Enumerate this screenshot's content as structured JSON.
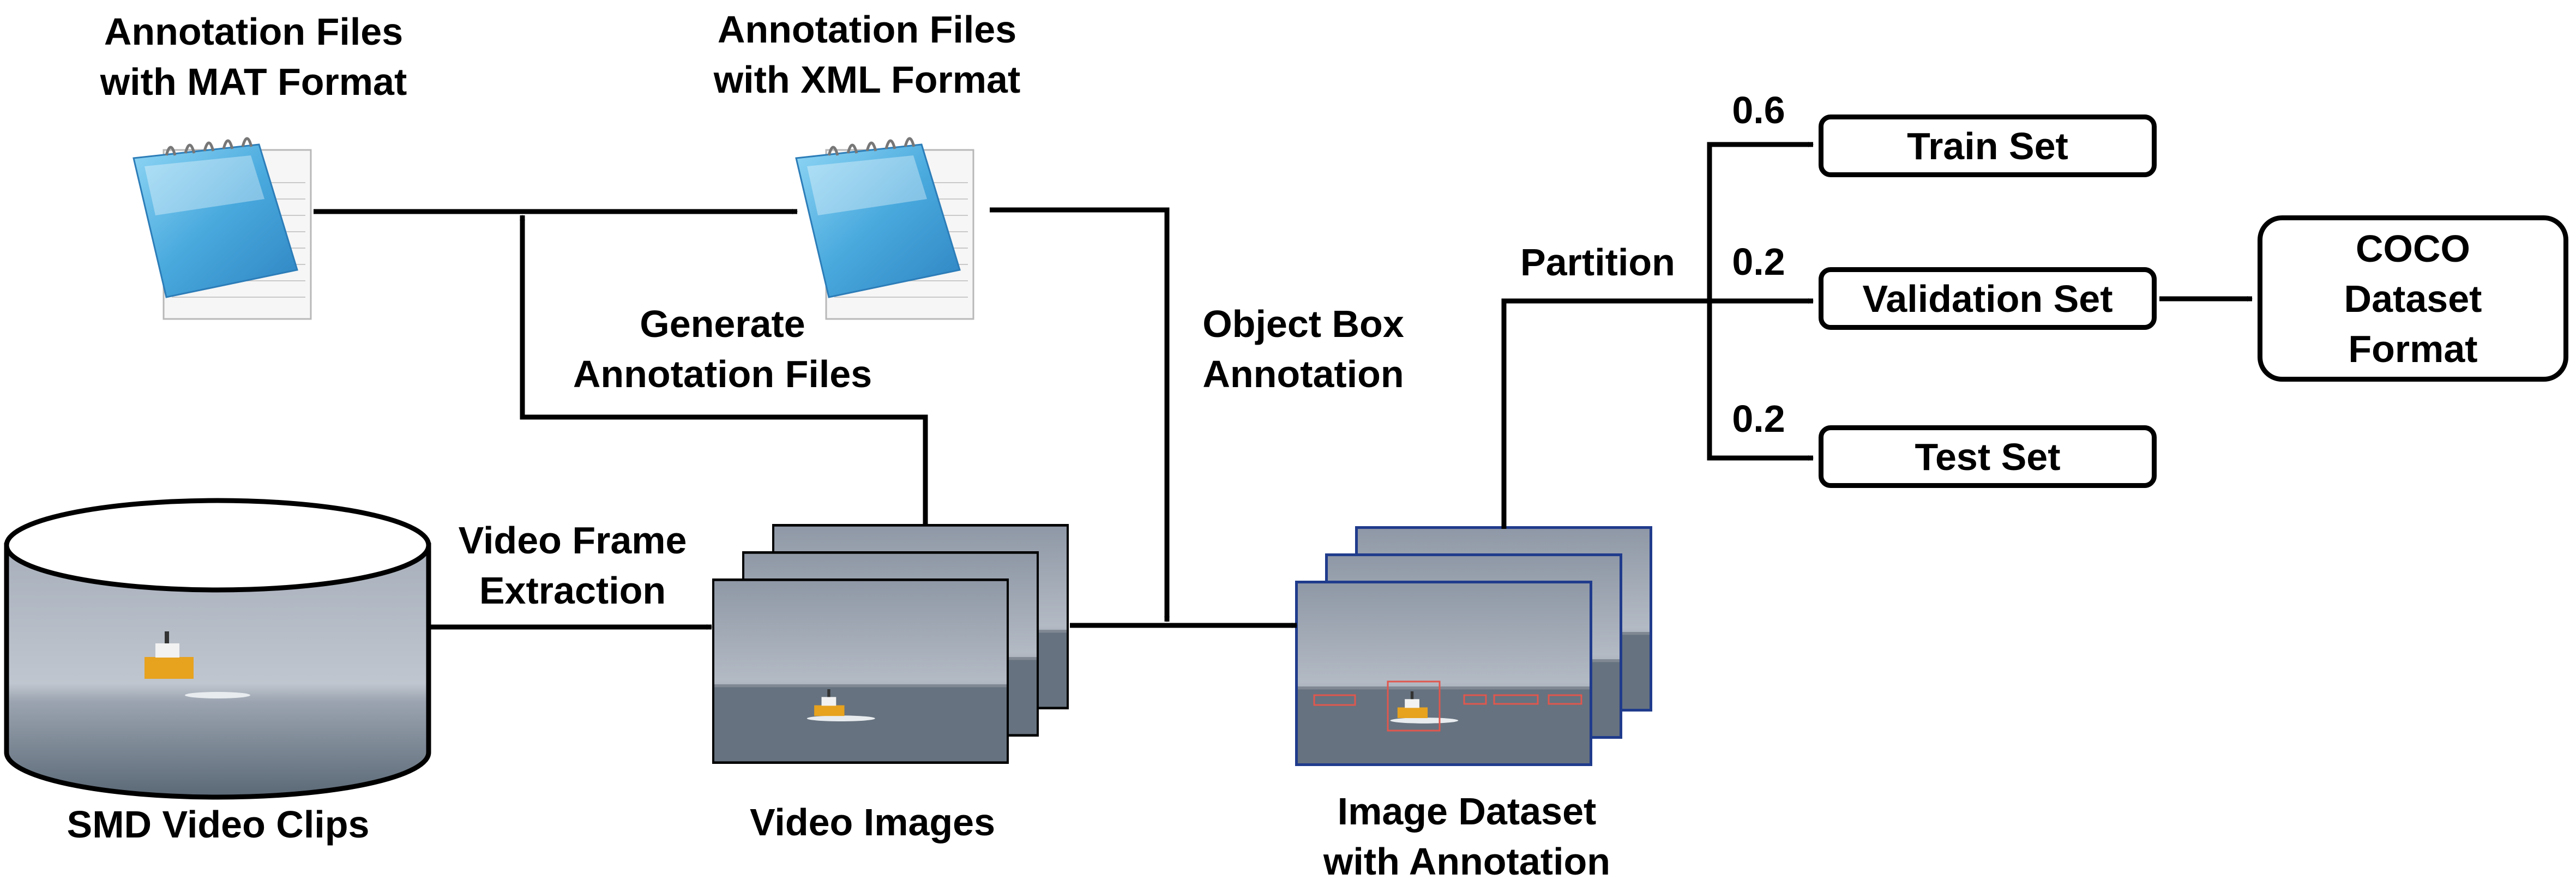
{
  "labels": {
    "mat_files": "Annotation Files\nwith MAT Format",
    "xml_files": "Annotation Files\nwith XML Format",
    "generate": "Generate\nAnnotation Files",
    "object_box": "Object Box\nAnnotation",
    "frame_extraction": "Video Frame\nExtraction",
    "smd_clips": "SMD Video Clips",
    "video_images": "Video Images",
    "image_dataset": "Image Dataset\nwith Annotation",
    "partition": "Partition",
    "ratio_train": "0.6",
    "ratio_val": "0.2",
    "ratio_test": "0.2"
  },
  "boxes": {
    "train": "Train Set",
    "validation": "Validation Set",
    "test": "Test Set",
    "coco": "COCO\nDataset\nFormat"
  },
  "icons": {
    "notepad": "notepad-icon",
    "database": "database-cylinder-icon",
    "frames": "image-stack-icon"
  },
  "colors": {
    "sky": "#9aa4b1",
    "sea": "#5f6e7c",
    "frame_border_annotated": "#1f3b8c",
    "annotation_box": "#e0574e",
    "notepad_blue": "#4fb0e0"
  }
}
